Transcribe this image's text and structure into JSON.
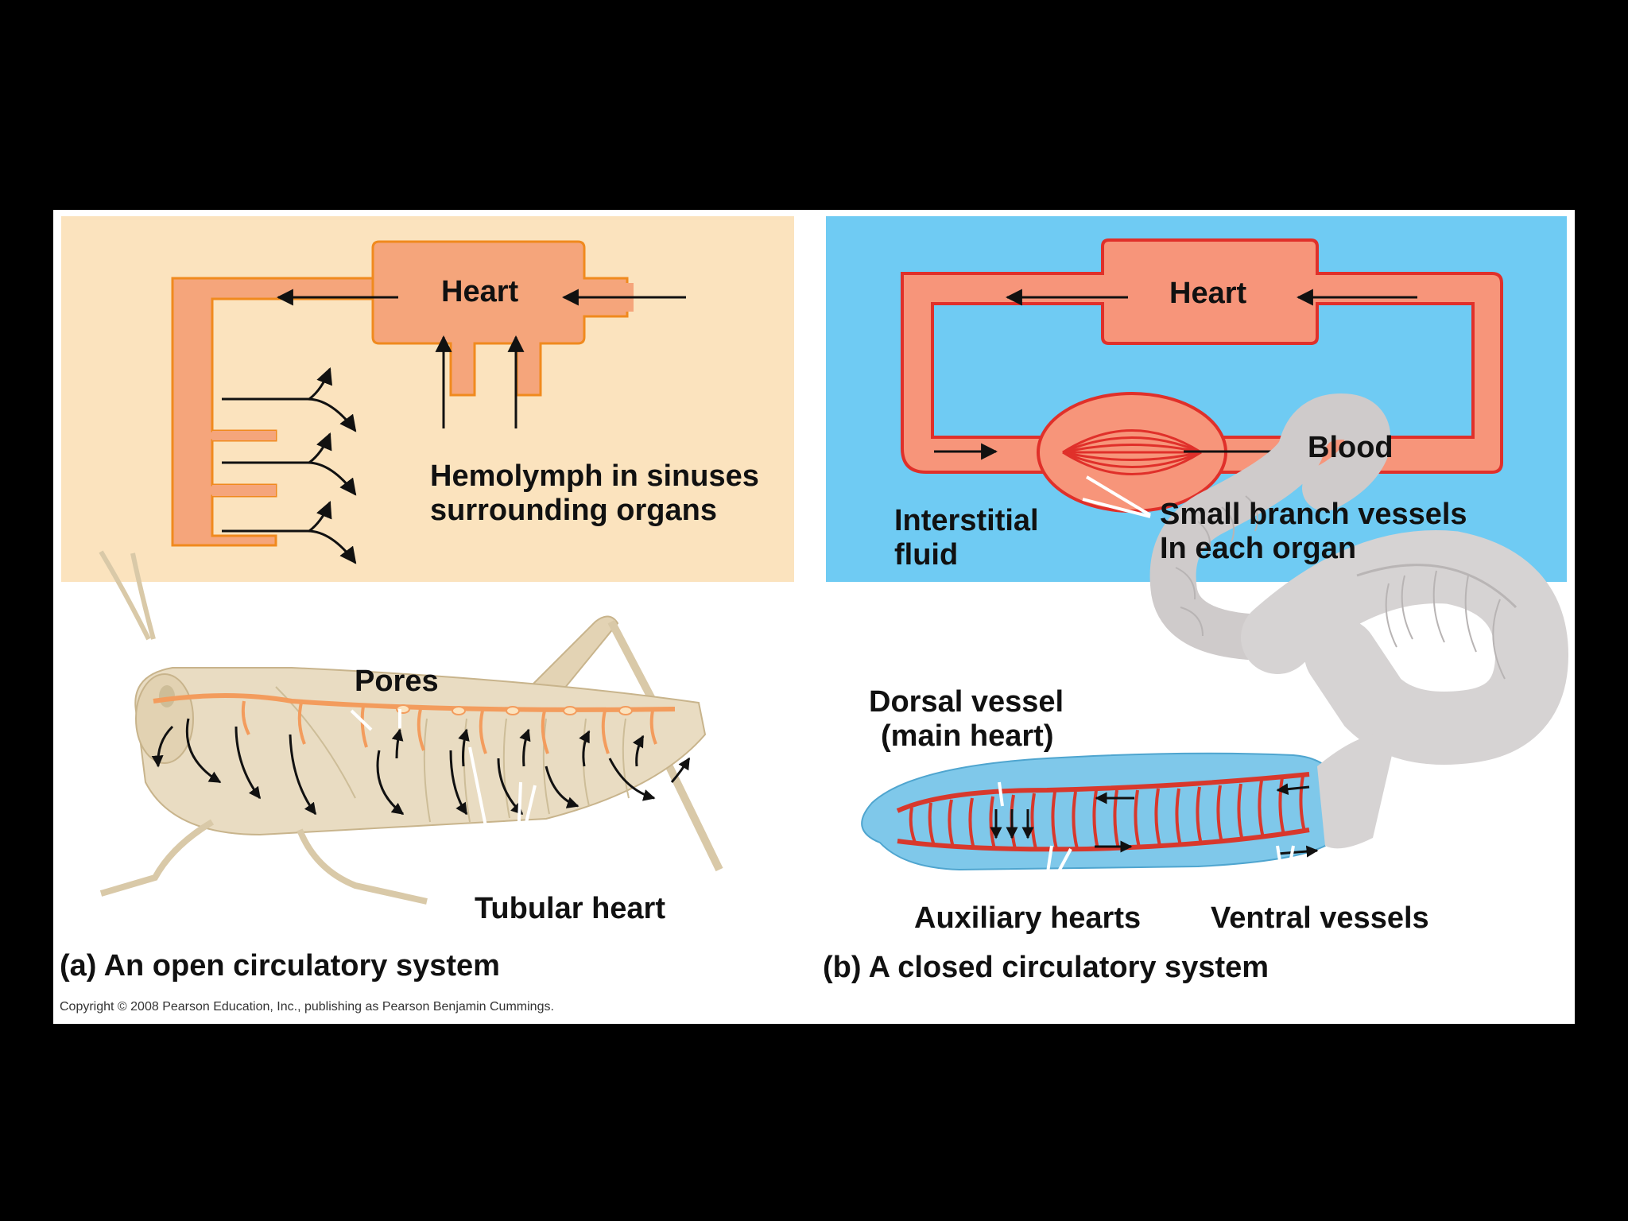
{
  "colors": {
    "open_panel_bg": "#fbe3be",
    "open_vessel_fill": "#f5a57b",
    "open_vessel_stroke": "#f08a1e",
    "closed_panel_bg": "#6fcbf3",
    "closed_vessel_fill": "#f7957a",
    "closed_vessel_stroke": "#e0302a",
    "grasshopper_body": "#e9dcc2",
    "grasshopper_heart": "#f39c5d",
    "worm_body": "#d6d3d3",
    "worm_cutaway": "#7fc8ea",
    "worm_vessel": "#d8382c",
    "arrow": "#111111",
    "pointer_line": "#ffffff"
  },
  "open_system": {
    "heart_label": "Heart",
    "hemolymph_line1": "Hemolymph in sinuses",
    "hemolymph_line2": "surrounding organs",
    "pores_label": "Pores",
    "tubular_heart_label": "Tubular heart",
    "caption": "(a) An open circulatory system"
  },
  "closed_system": {
    "heart_label": "Heart",
    "blood_label": "Blood",
    "interstitial_line1": "Interstitial",
    "interstitial_line2": "fluid",
    "branch_line1": "Small branch vessels",
    "branch_line2": "In each organ",
    "dorsal_line1": "Dorsal vessel",
    "dorsal_line2": "(main heart)",
    "auxiliary_label": "Auxiliary hearts",
    "ventral_label": "Ventral vessels",
    "caption": "(b) A closed circulatory system"
  },
  "copyright": "Copyright © 2008 Pearson Education, Inc., publishing as Pearson Benjamin Cummings."
}
